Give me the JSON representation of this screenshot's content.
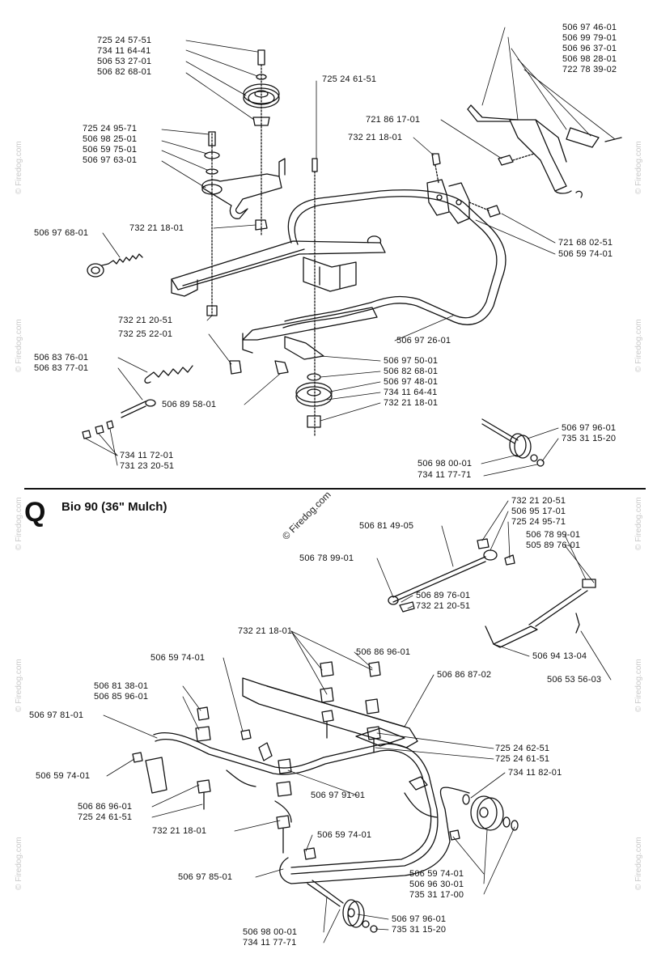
{
  "section": {
    "letter": "Q",
    "title": "Bio 90 (36\" Mulch)"
  },
  "watermark": {
    "text": "© Firedog.com"
  },
  "top_labels": {
    "l01": "725 24 57-51",
    "l02": "734 11 64-41",
    "l03": "506 53 27-01",
    "l04": "506 82 68-01",
    "l05": "725 24 61-51",
    "l06": "725 24 95-71",
    "l07": "506 98 25-01",
    "l08": "506 59 75-01",
    "l09": "506 97 63-01",
    "l10": "506 97 46-01",
    "l11": "506 99 79-01",
    "l12": "506 96 37-01",
    "l13": "506 98 28-01",
    "l14": "722 78 39-02",
    "l15": "721 86 17-01",
    "l16": "732 21 18-01",
    "l17": "732 21 18-01",
    "l18": "506 97 68-01",
    "l19": "721 68 02-51",
    "l20": "506 59 74-01",
    "l21": "732 21 20-51",
    "l22": "732 25 22-01",
    "l23": "506 97 26-01",
    "l24": "506 83 76-01",
    "l25": "506 83 77-01",
    "l26": "506 97 50-01",
    "l27": "506 82 68-01",
    "l28": "506 97 48-01",
    "l29": "734 11 64-41",
    "l30": "732 21 18-01",
    "l31": "506 89 58-01",
    "l32": "506 97 96-01",
    "l33": "735 31 15-20",
    "l34": "506 98 00-01",
    "l35": "734 11 77-71",
    "l36": "734 11 72-01",
    "l37": "731 23 20-51"
  },
  "bottom_labels": {
    "b01": "732 21 20-51",
    "b02": "506 95 17-01",
    "b03": "725 24 95-71",
    "b04": "506 81 49-05",
    "b05": "506 78 99-01",
    "b06": "505 89 76-01",
    "b07": "506 78 99-01",
    "b08": "506 89 76-01",
    "b09": "732 21 20-51",
    "b10": "506 94 13-04",
    "b11": "506 53 56-03",
    "b12": "732 21 18-01",
    "b13": "506 86 96-01",
    "b14": "506 59 74-01",
    "b15": "506 86 87-02",
    "b16": "506 81 38-01",
    "b17": "506 85 96-01",
    "b18": "506 97 81-01",
    "b19": "725 24 62-51",
    "b20": "725 24 61-51",
    "b21": "506 59 74-01",
    "b22": "734 11 82-01",
    "b23": "506 97 91-01",
    "b24": "506 86 96-01",
    "b25": "725 24 61-51",
    "b26": "732 21 18-01",
    "b27": "506 59 74-01",
    "b28": "506 97 85-01",
    "b29": "506 59 74-01",
    "b30": "506 96 30-01",
    "b31": "735 31 17-00",
    "b32": "506 97 96-01",
    "b33": "506 98 00-01",
    "b34": "735 31 15-20",
    "b35": "734 11 77-71"
  }
}
